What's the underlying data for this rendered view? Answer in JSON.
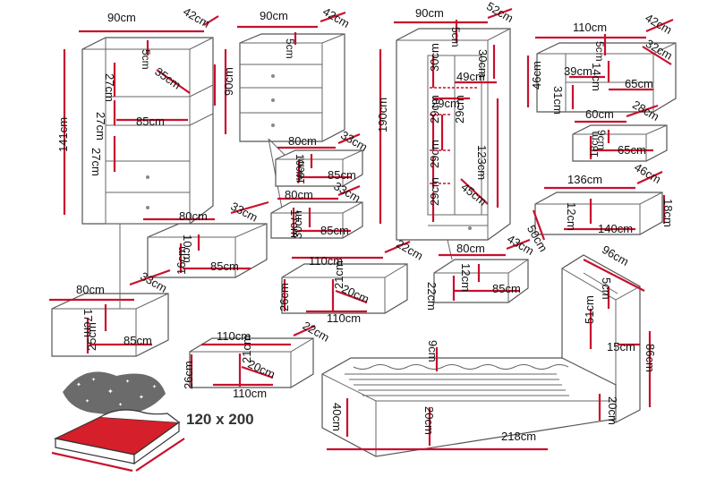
{
  "bed_size": "120 x 200",
  "labels": {
    "bookcase": {
      "width": "90cm",
      "depth": "42cm",
      "height": "141cm",
      "top": "5cm",
      "gap1": "27cm",
      "shelf_depth": "35cm",
      "gap2": "27cm",
      "shelf_width": "85cm",
      "gap3": "27cm"
    },
    "bookcase_drawer_a": {
      "width": "80cm",
      "depth": "33cm",
      "height": "16cm",
      "inner_h": "10cm",
      "inner_w": "85cm"
    },
    "bookcase_drawer_b": {
      "width": "80cm",
      "depth": "33cm",
      "height": "25cm",
      "inner_h": "17cm",
      "inner_w": "85cm"
    },
    "dresser": {
      "width": "90cm",
      "depth": "42cm",
      "height": "90cm",
      "top": "5cm"
    },
    "dresser_drawer_a": {
      "width": "80cm",
      "depth": "33cm",
      "height": "16cm",
      "inner_h": "10cm",
      "inner_w": "85cm"
    },
    "dresser_drawer_b": {
      "width": "80cm",
      "depth": "33cm",
      "height": "30cm",
      "inner_h": "17cm",
      "inner_w": "85cm"
    },
    "wardrobe": {
      "width": "90cm",
      "depth": "52cm",
      "height": "190cm",
      "top": "5cm",
      "mid": "30cm",
      "rail": "49cm",
      "c1": "30cm",
      "c2": "29cm",
      "c3": "29cm",
      "c4": "29cm",
      "c5": "29cm",
      "c6": "29cm",
      "right": "123cm",
      "shelf": "45cm"
    },
    "wardrobe_drawer": {
      "width": "80cm",
      "depth": "43cm",
      "height": "22cm",
      "inner_h": "12cm",
      "inner_w": "85cm"
    },
    "hanging_cabinet": {
      "width": "110cm",
      "depth": "42cm",
      "height": "46cm",
      "top": "5cm",
      "d2": "32cm",
      "w1": "39cm",
      "h1": "14cm",
      "h2": "31cm",
      "w2": "65cm"
    },
    "cabinet_drawer": {
      "width": "60cm",
      "depth": "28cm",
      "height": "18cm",
      "inner_h": "9cm",
      "inner_w": "65cm"
    },
    "bed_drawer": {
      "width": "136cm",
      "depth": "46cm",
      "height": "18cm",
      "front": "50cm",
      "inner_h": "12cm",
      "inner_w": "140cm"
    },
    "shelf_a": {
      "width": "110cm",
      "depth": "22cm",
      "height": "26cm",
      "inner_h": "21cm",
      "inner_d": "20cm",
      "inner_w": "110cm"
    },
    "shelf_b": {
      "width": "110cm",
      "depth": "22cm",
      "height": "26cm",
      "inner_h": "21cm",
      "inner_d": "20cm",
      "inner_w": "110cm"
    },
    "bed": {
      "length": "218cm",
      "height": "40cm",
      "slat": "9cm",
      "leg": "20cm",
      "foot": "20cm",
      "hb_depth": "96cm",
      "hb_top": "5cm",
      "hb_inner": "51cm",
      "hb_side": "15cm",
      "hb_height": "86cm"
    }
  }
}
